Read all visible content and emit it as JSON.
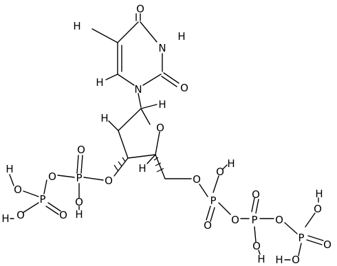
{
  "molecule": {
    "atom_labels": {
      "ring_top_O": "O",
      "N3": "N",
      "N3_H": "H",
      "C2_O": "O",
      "C6_H": "H",
      "N1": "N",
      "C5_methyl_H": "H",
      "sugar_O": "O",
      "sugar_C_H": "H",
      "sugar_C2_H": "H",
      "sugar_C4_H": "H",
      "c3_O": "O",
      "p1": "P",
      "p1_O_dbl": "O",
      "p1_OH_lower": "O",
      "p1_OH_lower_H": "H",
      "p1_bridge_O": "O",
      "p2": "P",
      "p2_O_dbl": "O",
      "p2_OH_top_O": "O",
      "p2_OH_top_H": "H",
      "p2_OH_bot_O": "O",
      "p2_OH_bot_H": "H",
      "c5_O": "O",
      "p3": "P",
      "p3_OH_O": "O",
      "p3_OH_H": "H",
      "p3_O_dbl": "O",
      "p3_bridge_O": "O",
      "p4": "P",
      "p4_O_dbl": "O",
      "p4_OH_O": "O",
      "p4_OH_H": "H",
      "p4_bridge_O": "O",
      "p5": "P",
      "p5_OH1_O": "O",
      "p5_OH1_H": "H",
      "p5_OH2_O": "O",
      "p5_OH2_H": "H",
      "p5_O_dbl": "O"
    }
  }
}
